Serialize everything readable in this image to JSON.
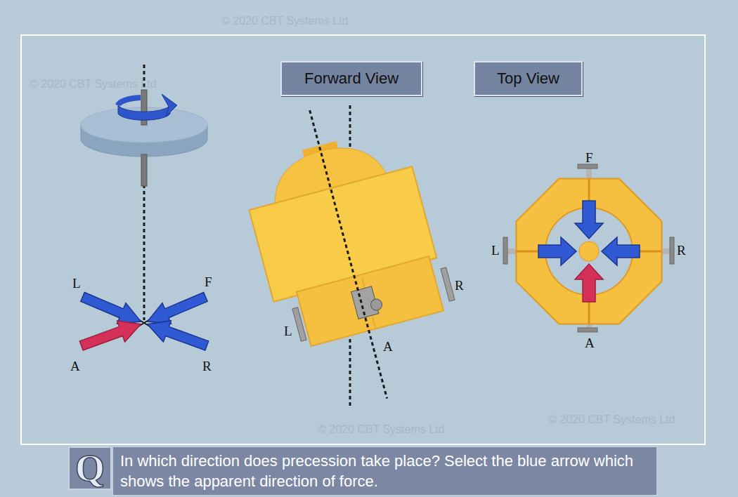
{
  "diagram": {
    "nodes": [
      {
        "text": [
          "Forward View"
        ]
      },
      {
        "text": [
          "Top View"
        ]
      },
      {
        "text": [
          "Q"
        ]
      },
      {
        "text": [
          "In which direction does precession take place? Select the blue arrow which shows the apparent direction of force."
        ]
      }
    ],
    "labels": [
      "L",
      "F",
      "A",
      "R",
      "L",
      "R",
      "A",
      "F",
      "L",
      "R",
      "A",
      "© 2020 CBT Systems Ltd",
      "© 2020 CBT Systems Ltd",
      "© 2020 CBT Systems Ltd",
      "© 2020 CBT Systems Ltd"
    ]
  }
}
